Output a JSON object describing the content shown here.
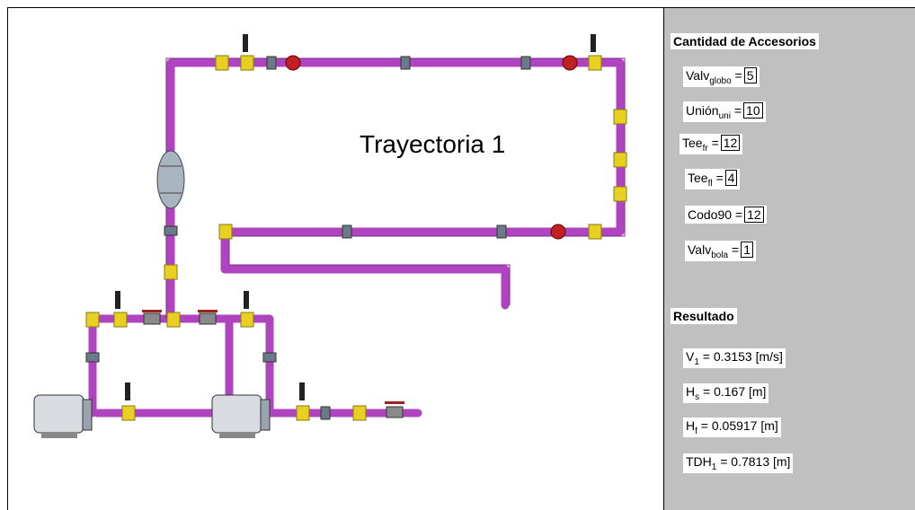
{
  "diagram": {
    "title": "Trayectoria 1"
  },
  "accesorios": {
    "heading": "Cantidad de Accesorios",
    "items": [
      {
        "base": "Valv",
        "sub": "globo",
        "eq": " =",
        "value": "5"
      },
      {
        "base": "Unión",
        "sub": "uni",
        "eq": " =",
        "value": "10"
      },
      {
        "base": "Tee",
        "sub": "fr",
        "eq": " =",
        "value": "12"
      },
      {
        "base": "Tee",
        "sub": "fl",
        "eq": " =",
        "value": "4"
      },
      {
        "base": "Codo90",
        "sub": "",
        "eq": " =",
        "value": "12"
      },
      {
        "base": "Valv",
        "sub": "bola",
        "eq": " =",
        "value": "1"
      }
    ]
  },
  "resultado": {
    "heading": "Resultado",
    "items": [
      {
        "base": "V",
        "sub": "1",
        "text": " = 0.3153 [m/s]"
      },
      {
        "base": "H",
        "sub": "s",
        "text": " = 0.167 [m]"
      },
      {
        "base": "H",
        "sub": "f",
        "text": " = 0.05917 [m]"
      },
      {
        "base": "TDH",
        "sub": "1",
        "text": " = 0.7813 [m]"
      }
    ]
  },
  "colors": {
    "pipe": "#b044c0",
    "pipe_dark": "#7a2a88",
    "fitting": "#e8d020",
    "valve": "#c02020",
    "union": "#6a7a8a",
    "panel": "#c0c0c0"
  }
}
